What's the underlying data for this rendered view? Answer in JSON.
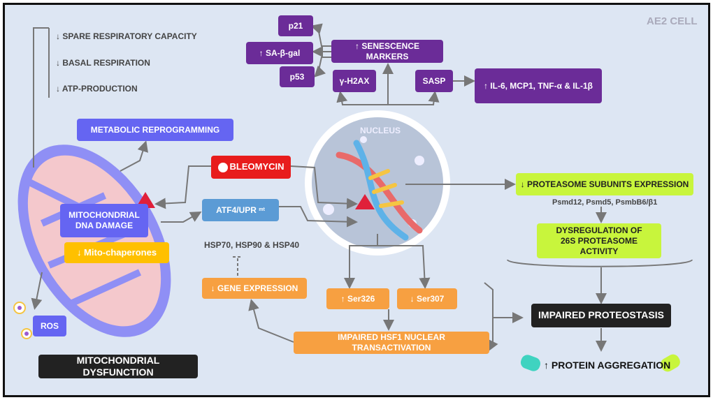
{
  "cell_label": "AE2 CELL",
  "nucleus_label": "NUCLEUS",
  "mito_effects": [
    "↓ SPARE RESPIRATORY CAPACITY",
    "↓ BASAL RESPIRATION",
    "↓ ATP-PRODUCTION"
  ],
  "senescence": {
    "p21": "p21",
    "sa_bgal": "↑ SA-β-gal",
    "p53": "p53",
    "markers": "↑ SENESCENCE MARKERS",
    "gh2ax": "γ-H2AX",
    "sasp": "SASP",
    "cytokines": "↑ IL-6, MCP1, TNF-α & IL-1β"
  },
  "metabolic": "METABOLIC REPROGRAMMING",
  "bleomycin": "BLEOMYCIN",
  "atf4": "ATF4/UPR",
  "atf4_sup": "mt",
  "mito_dna": "MITOCHONDRIAL DNA DAMAGE",
  "mito_chap": "↓ Mito-chaperones",
  "hsp": "HSP70, HSP90 & HSP40",
  "gene_expr": "↓ GENE EXPRESSION",
  "ser326": "↑ Ser326",
  "ser307": "↓ Ser307",
  "hsf1": "IMPAIRED HSF1 NUCLEAR TRANSACTIVATION",
  "ros": "ROS",
  "mito_dys": "MITOCHONDRIAL DYSFUNCTION",
  "proteasome": "↓ PROTEASOME SUBUNITS EXPRESSION",
  "subunits": "Psmd12, Psmd5, PsmbB6/β1",
  "dysreg": "DYSREGULATION OF 26S PROTEASOME ACTIVITY",
  "proteostasis": "IMPAIRED PROTEOSTASIS",
  "aggregation": "↑ PROTEIN AGGREGATION",
  "colors": {
    "purple": "#6b2c98",
    "violet": "#6565f2",
    "orange": "#f7a041",
    "lime": "#c8f53c",
    "red": "#e81c1c",
    "blue": "#5b9bd5",
    "yellow": "#ffc000"
  }
}
